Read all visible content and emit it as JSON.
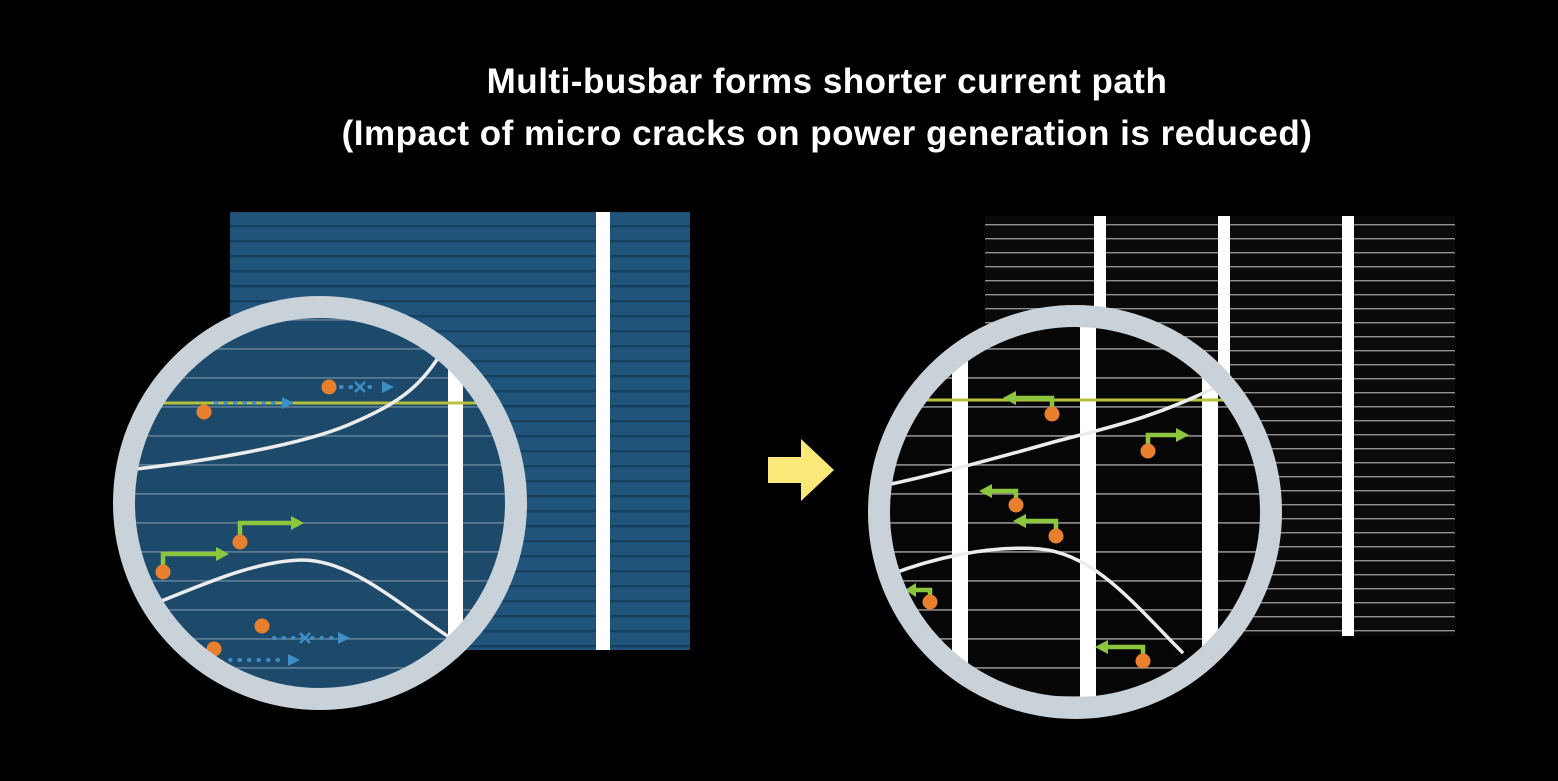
{
  "title": {
    "line1": "Multi-busbar forms shorter current path",
    "line2": "(Impact of micro cracks on power generation is reduced)"
  },
  "icons": {
    "transition_arrow": "right-block-arrow",
    "left_magnifier": "magnifier-circle",
    "right_magnifier": "magnifier-circle"
  },
  "colors": {
    "background": "#000000",
    "title_text": "#ffffff",
    "left_cell_base": "#20547a",
    "left_cell_finger": "#15405f",
    "left_zoom_base": "#1d4a6b",
    "left_zoom_finger": "#587a93",
    "right_cell_base": "#0a0a0a",
    "right_cell_finger": "#8f8f8f",
    "right_zoom_base": "#060606",
    "right_zoom_finger": "#7f7f7f",
    "busbar_white": "#ffffff",
    "magnifier_ring": "#c9d2d9",
    "finger_yellow": "#b9c23d",
    "crack_white": "#ececec",
    "electron_orange": "#e8802e",
    "path_blue": "#3e8ec6",
    "path_green": "#8cc63f",
    "transition_arrow_yellow": "#fae878"
  }
}
